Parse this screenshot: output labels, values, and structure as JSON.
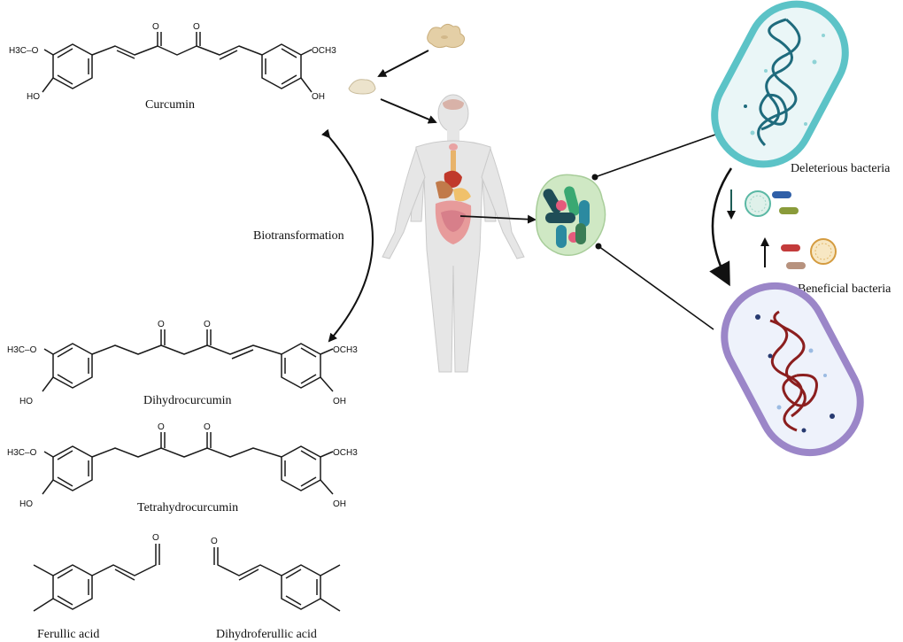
{
  "labels": {
    "curcumin": "Curcumin",
    "dihydrocurcumin": "Dihydrocurcumin",
    "tetrahydrocurcumin": "Tetrahydrocurcumin",
    "ferulic_acid": "Ferullic acid",
    "dihydroferulic_acid": "Dihydroferullic acid",
    "biotransformation": "Biotransformation",
    "deleterious": "Deleterious bacteria",
    "beneficial": "Beneficial bacteria"
  },
  "atoms": {
    "o": "O",
    "meo_left": "H3C–O",
    "meo_right": "OCH3",
    "oh": "HO",
    "oh_right": "OH"
  },
  "colors": {
    "deleterious_outline": "#5cc3c7",
    "deleterious_dna": "#1f6b7d",
    "beneficial_outline": "#9b86c8",
    "beneficial_dna": "#8b1e1e",
    "gut_blob": "#cfe8c4",
    "body": "#e7e7e7",
    "arrow": "#111111"
  },
  "icons": [
    "ginger-root-icon",
    "turmeric-powder-icon",
    "human-body-icon",
    "gut-microbiota-icon",
    "down-arrow-icon",
    "up-arrow-icon",
    "microbe-cluster-icon"
  ]
}
